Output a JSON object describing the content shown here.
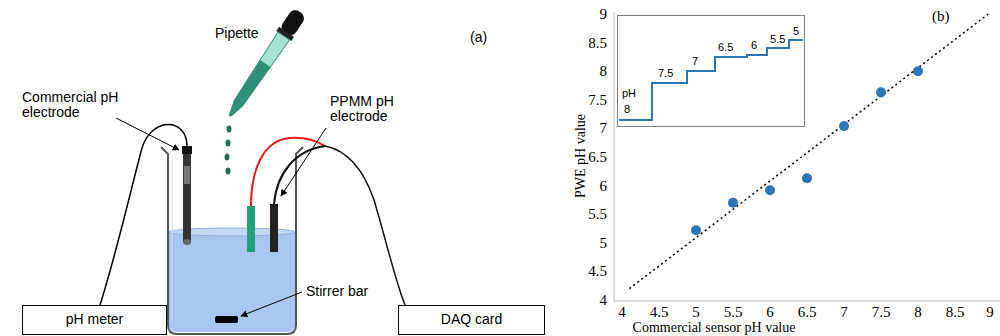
{
  "diagram": {
    "nodes": [
      {
        "text": [
          "pH meter"
        ]
      },
      {
        "text": [
          "DAQ card"
        ]
      },
      {
        "text": [
          "pH",
          "8",
          "7.5",
          "7",
          "6.5",
          "6",
          "5.5",
          "5"
        ]
      }
    ],
    "labels": [
      "Pipette",
      "(a)",
      "Commercial pH electrode",
      "PPMM pH electrode",
      "Stirrer bar",
      "(b)",
      "PWE pH value",
      "4",
      "4.5",
      "5",
      "5.5",
      "6",
      "6.5",
      "7",
      "7.5",
      "8",
      "8.5",
      "9",
      "4",
      "4.5",
      "5",
      "5.5",
      "6",
      "6.5",
      "7",
      "7.5",
      "8",
      "8.5",
      "9",
      "Commercial sensor pH value"
    ]
  }
}
